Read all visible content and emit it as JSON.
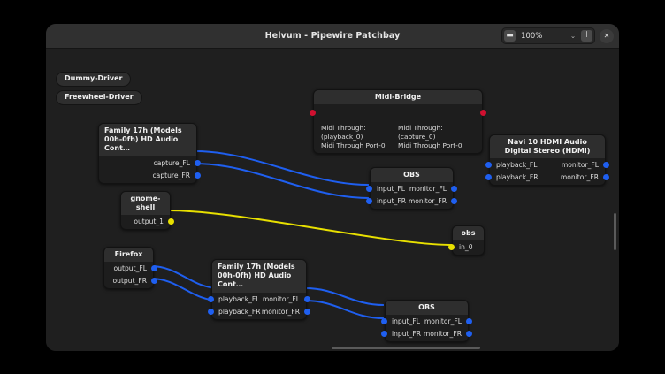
{
  "window": {
    "title": "Helvum - Pipewire Patchbay",
    "zoom": {
      "minus_label": "▬",
      "value": "100%",
      "chevron": "⌄",
      "plus_label": "＋"
    },
    "close_label": "✕"
  },
  "colors": {
    "link_audio": "#1f5ff0",
    "link_midi": "#e8e000",
    "port_audio": "#1f5ff0",
    "port_midi": "#e8e000",
    "port_red": "#d01030",
    "node_header": "#2e2e2e",
    "node_body": "#1d1d1d",
    "canvas": "#1f1f1f",
    "titlebar": "#303030"
  },
  "drivers": [
    {
      "label": "Dummy-Driver"
    },
    {
      "label": "Freewheel-Driver"
    }
  ],
  "nodes": [
    {
      "id": "midi-bridge",
      "title": "Midi-Bridge",
      "col_left": "Midi Through:(playback_0)\nMidi Through Port-0",
      "col_right": "Midi Through:(capture_0)\nMidi Through Port-0"
    },
    {
      "id": "family17h-capture",
      "title": "Family 17h (Models\n00h-0fh) HD Audio Cont…",
      "outputs": [
        "capture_FL",
        "capture_FR"
      ]
    },
    {
      "id": "navi10-hdmi",
      "title": "Navi 10 HDMI Audio\nDigital Stereo (HDMI)",
      "inputs": [
        "playback_FL",
        "playback_FR"
      ],
      "outputs": [
        "monitor_FL",
        "monitor_FR"
      ]
    },
    {
      "id": "obs-top",
      "title": "OBS",
      "inputs": [
        "input_FL",
        "input_FR"
      ],
      "outputs": [
        "monitor_FL",
        "monitor_FR"
      ]
    },
    {
      "id": "gnome-shell",
      "title": "gnome-shell",
      "outputs": [
        "output_1"
      ]
    },
    {
      "id": "obs-midi",
      "title": "obs",
      "inputs": [
        "in_0"
      ]
    },
    {
      "id": "firefox",
      "title": "Firefox",
      "outputs": [
        "output_FL",
        "output_FR"
      ]
    },
    {
      "id": "family17h-playback",
      "title": "Family 17h (Models\n00h-0fh) HD Audio Cont…",
      "inputs": [
        "playback_FL",
        "playback_FR"
      ],
      "outputs": [
        "monitor_FL",
        "monitor_FR"
      ]
    },
    {
      "id": "obs-bottom",
      "title": "OBS",
      "inputs": [
        "input_FL",
        "input_FR"
      ],
      "outputs": [
        "monitor_FL",
        "monitor_FR"
      ]
    }
  ]
}
